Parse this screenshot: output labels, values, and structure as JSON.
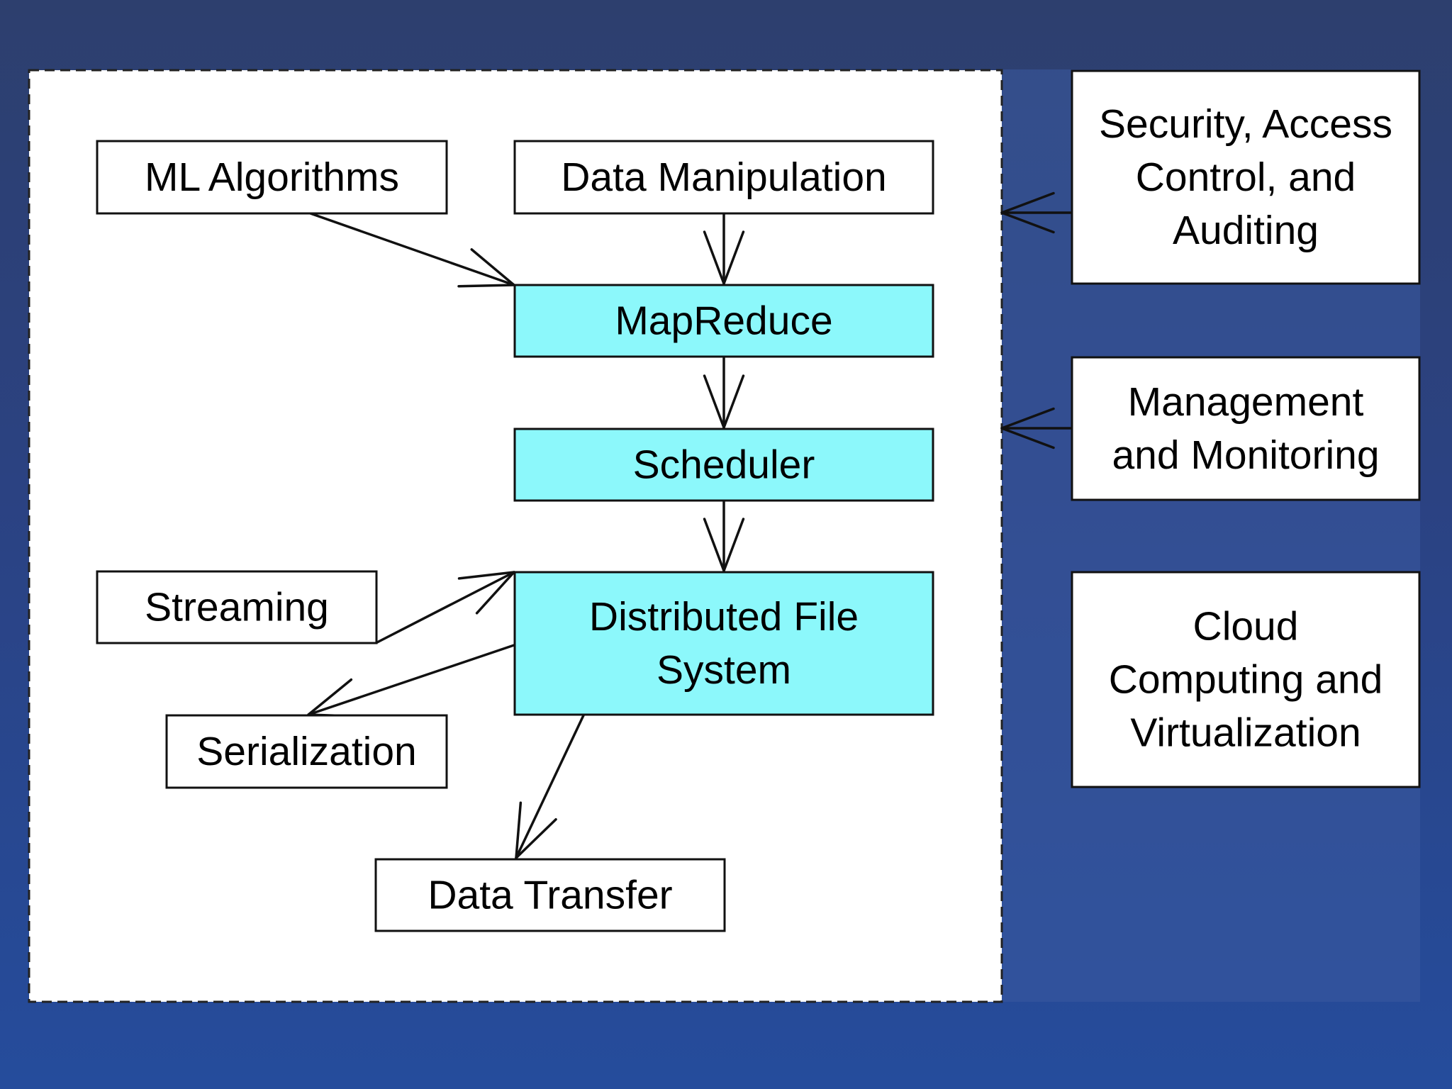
{
  "colors": {
    "background": "#2b4282",
    "panel": "#ffffff",
    "core_fill": "#8cf8fb",
    "box_fill": "#ffffff",
    "stroke": "#111111"
  },
  "nodes": {
    "ml_algorithms": {
      "lines": [
        "ML Algorithms"
      ]
    },
    "data_manipulation": {
      "lines": [
        "Data Manipulation"
      ]
    },
    "mapreduce": {
      "lines": [
        "MapReduce"
      ]
    },
    "scheduler": {
      "lines": [
        "Scheduler"
      ]
    },
    "distributed_fs": {
      "lines": [
        "Distributed File",
        "System"
      ]
    },
    "streaming": {
      "lines": [
        "Streaming"
      ]
    },
    "serialization": {
      "lines": [
        "Serialization"
      ]
    },
    "data_transfer": {
      "lines": [
        "Data Transfer"
      ]
    },
    "security": {
      "lines": [
        "Security, Access",
        "Control, and",
        "Auditing"
      ]
    },
    "management": {
      "lines": [
        "Management",
        "and Monitoring"
      ]
    },
    "cloud": {
      "lines": [
        "Cloud",
        "Computing and",
        "Virtualization"
      ]
    }
  }
}
